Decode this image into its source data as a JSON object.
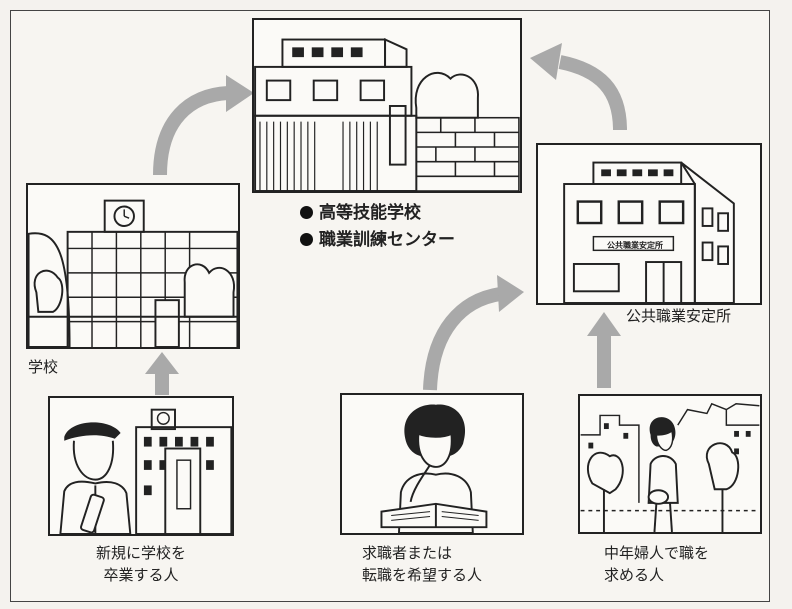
{
  "school_label": "学校",
  "center": {
    "items": [
      "高等技能学校",
      "職業訓練センター"
    ]
  },
  "office_label": "公共職業安定所",
  "office_sign": "公共職業安定所",
  "people": [
    {
      "line1": "新規に学校を",
      "line2": "卒業する人"
    },
    {
      "line1": "求職者または",
      "line2": "転職を希望する人"
    },
    {
      "line1": "中年婦人で職を",
      "line2": "求める人"
    }
  ],
  "colors": {
    "arrow": "#a9a9a9",
    "ink": "#222222"
  }
}
